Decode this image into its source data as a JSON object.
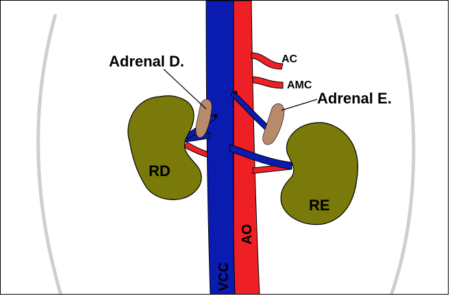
{
  "labels": {
    "adrenal_right": "Adrenal D.",
    "adrenal_left": "Adrenal E.",
    "celiac_artery": "AC",
    "sma": "AMC",
    "right_kidney": "RD",
    "left_kidney": "RE",
    "aorta": "AO",
    "vena_cava": "VCC"
  },
  "colors": {
    "vein": "#0a1bb0",
    "artery": "#ee2026",
    "kidney": "#7a7a0a",
    "adrenal": "#b8896b",
    "body_outline": "#cfcfcf",
    "stroke": "#000000"
  }
}
